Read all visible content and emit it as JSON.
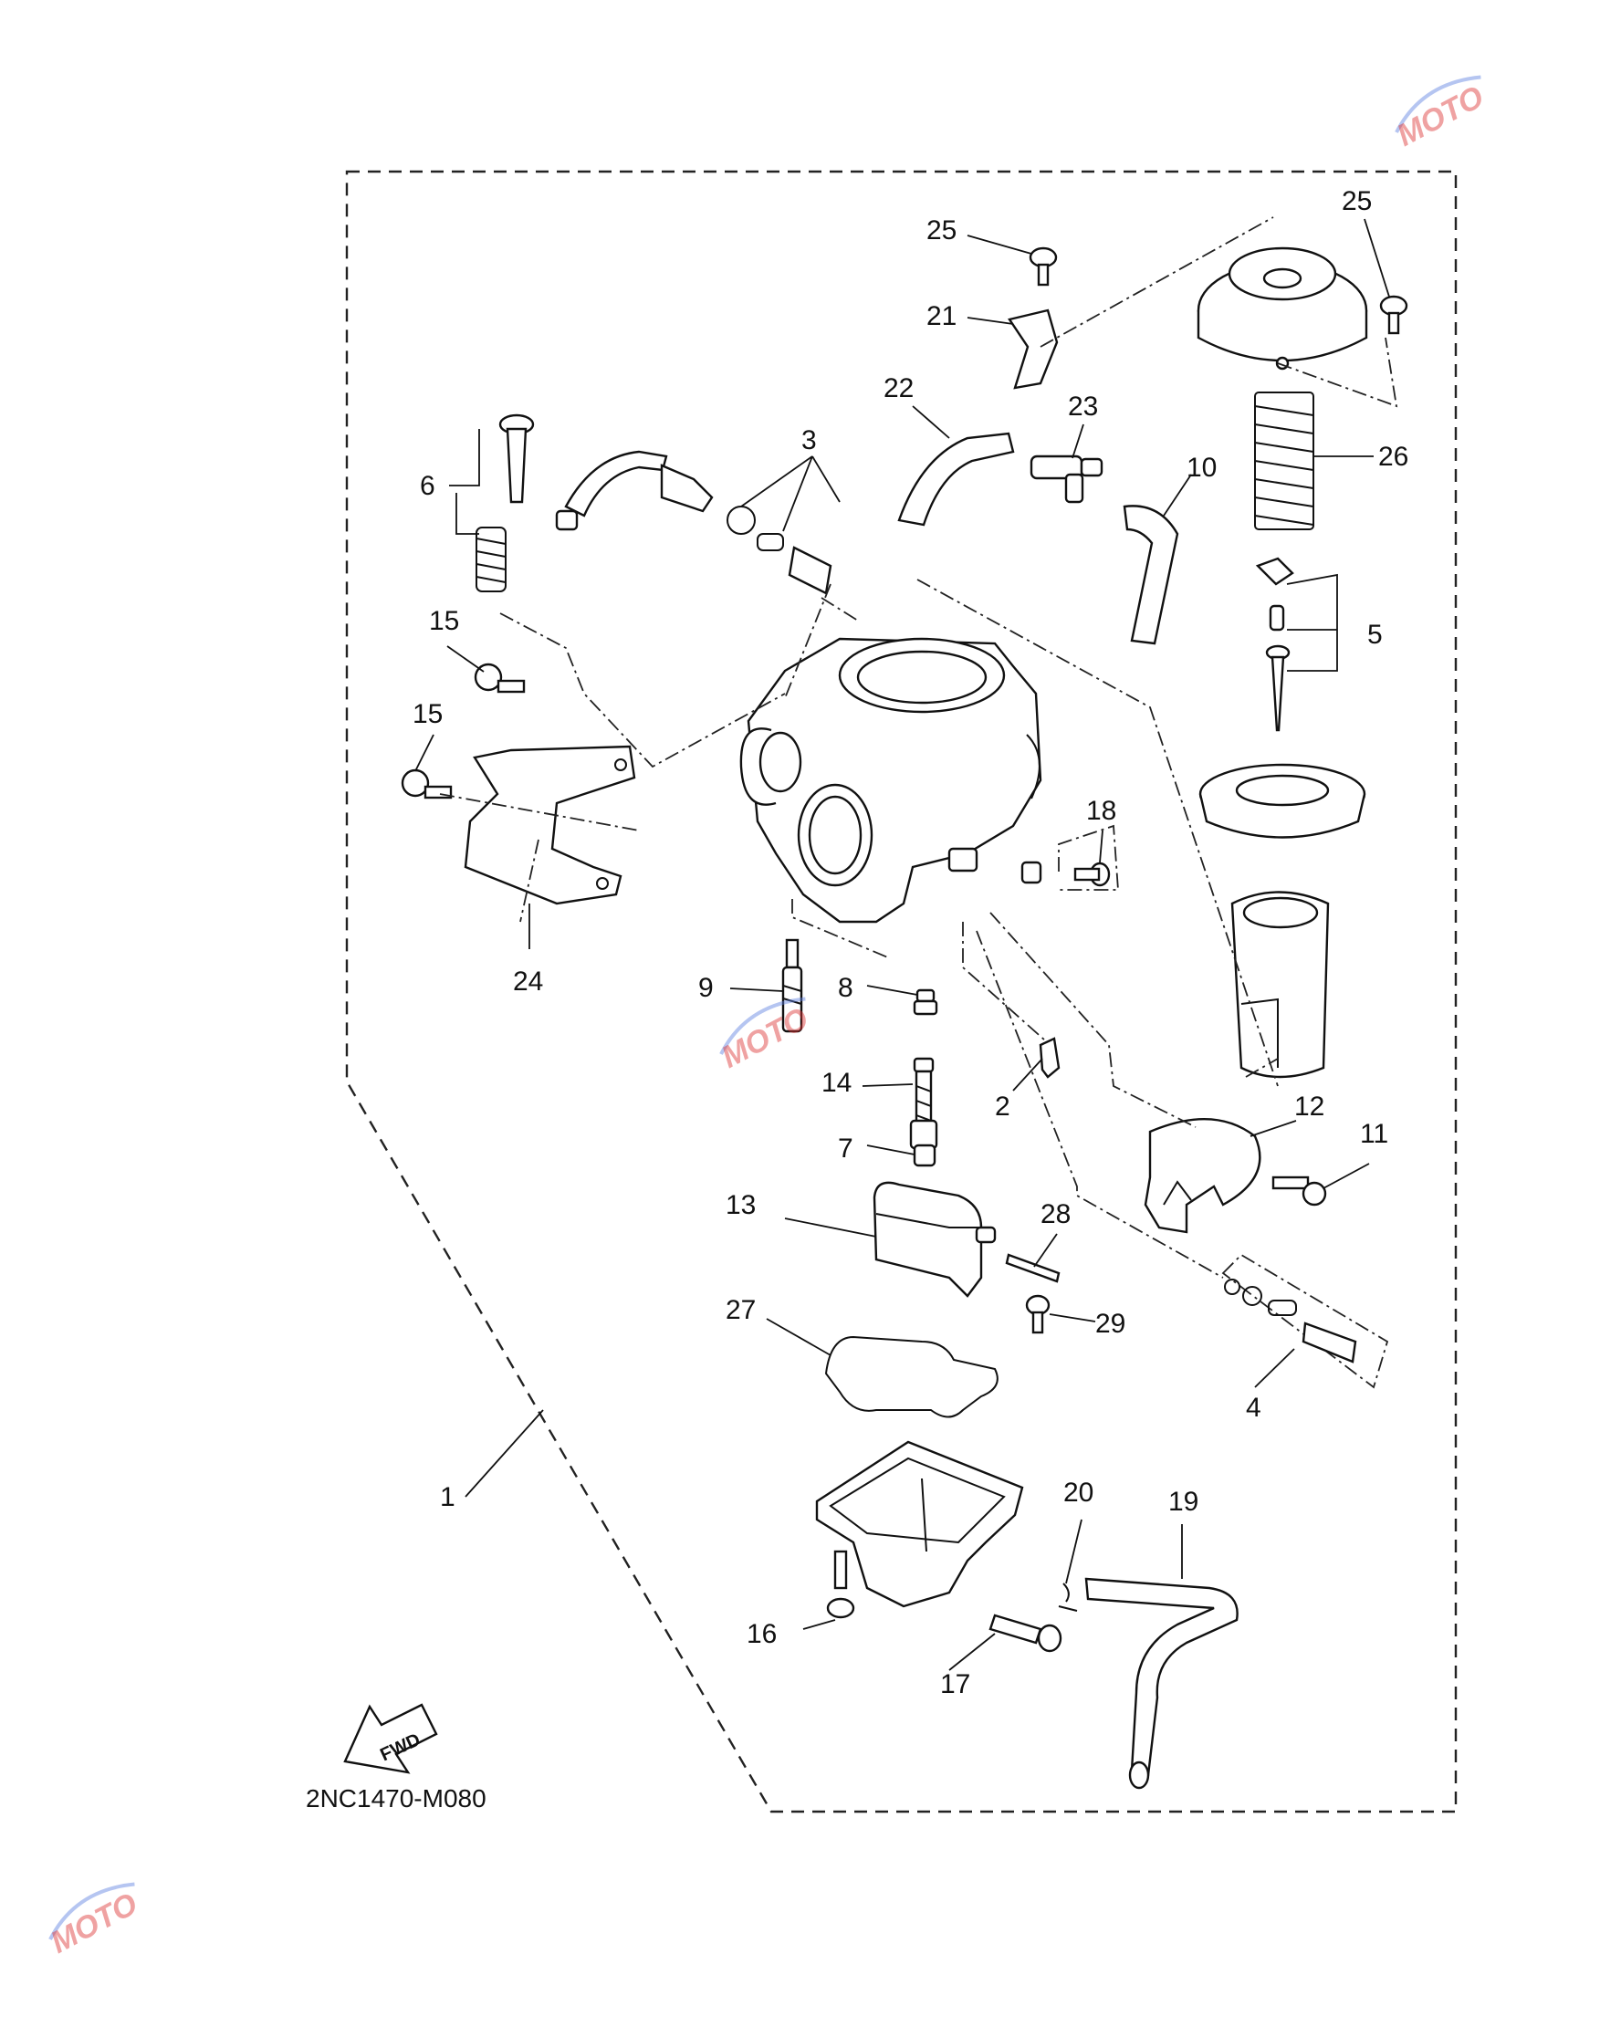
{
  "diagram": {
    "drawing_code": "2NC1470-M080",
    "direction_badge": "FWD",
    "watermark_text": "MOTO",
    "colors": {
      "ink": "#111111",
      "watermark": "#d33333"
    },
    "callouts": [
      {
        "id": "c1",
        "label": "1"
      },
      {
        "id": "c2",
        "label": "2"
      },
      {
        "id": "c3",
        "label": "3"
      },
      {
        "id": "c4",
        "label": "4"
      },
      {
        "id": "c5",
        "label": "5"
      },
      {
        "id": "c6",
        "label": "6"
      },
      {
        "id": "c7",
        "label": "7"
      },
      {
        "id": "c8",
        "label": "8"
      },
      {
        "id": "c9",
        "label": "9"
      },
      {
        "id": "c10",
        "label": "10"
      },
      {
        "id": "c11",
        "label": "11"
      },
      {
        "id": "c12",
        "label": "12"
      },
      {
        "id": "c13",
        "label": "13"
      },
      {
        "id": "c14",
        "label": "14"
      },
      {
        "id": "c15a",
        "label": "15"
      },
      {
        "id": "c15b",
        "label": "15"
      },
      {
        "id": "c16",
        "label": "16"
      },
      {
        "id": "c17",
        "label": "17"
      },
      {
        "id": "c18",
        "label": "18"
      },
      {
        "id": "c19",
        "label": "19"
      },
      {
        "id": "c20",
        "label": "20"
      },
      {
        "id": "c21",
        "label": "21"
      },
      {
        "id": "c22",
        "label": "22"
      },
      {
        "id": "c23",
        "label": "23"
      },
      {
        "id": "c24",
        "label": "24"
      },
      {
        "id": "c25a",
        "label": "25"
      },
      {
        "id": "c25b",
        "label": "25"
      },
      {
        "id": "c26",
        "label": "26"
      },
      {
        "id": "c27",
        "label": "27"
      },
      {
        "id": "c28",
        "label": "28"
      },
      {
        "id": "c29",
        "label": "29"
      }
    ]
  }
}
